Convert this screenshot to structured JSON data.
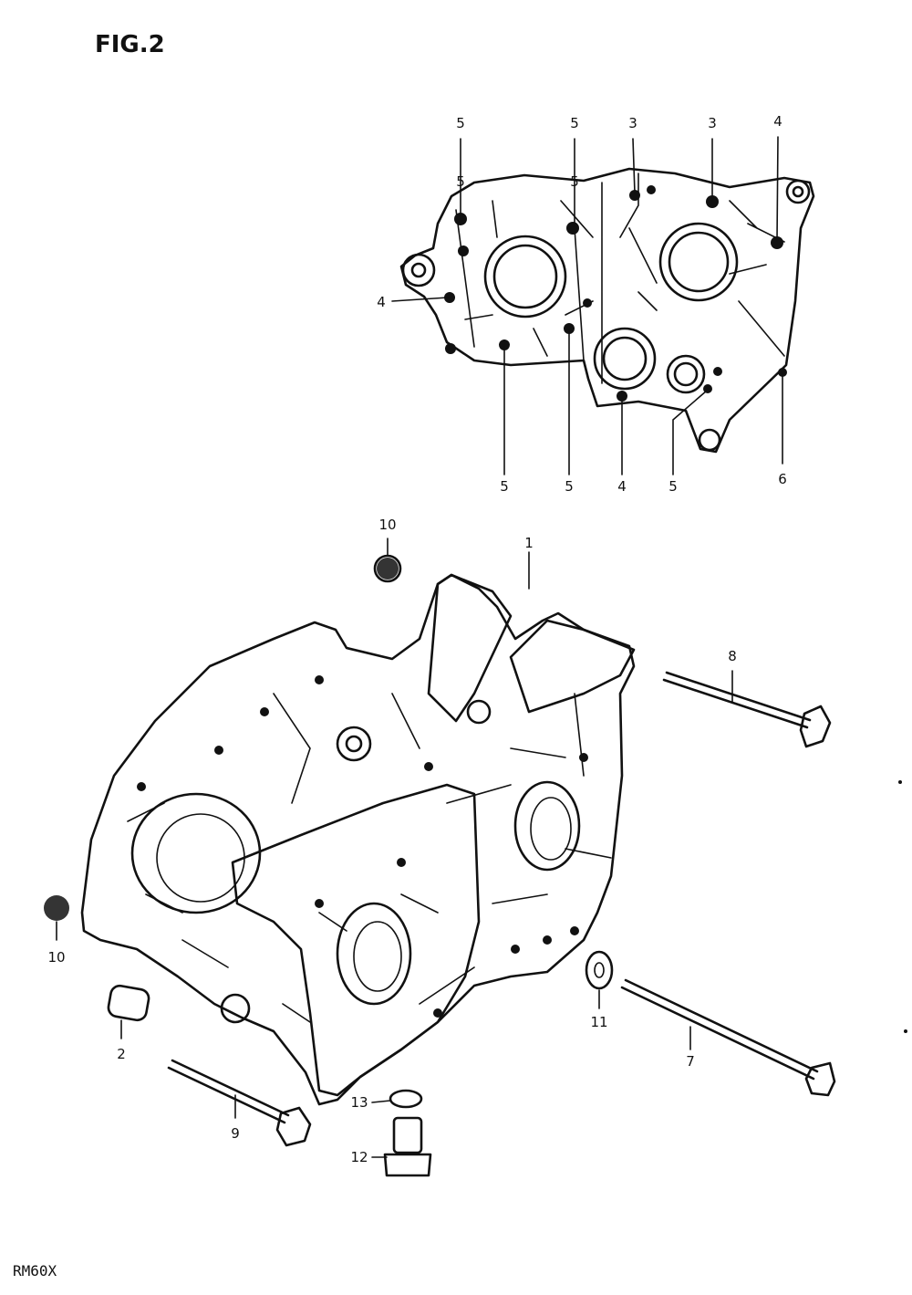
{
  "figure_title": "FIG.2",
  "model_code": "RM60X",
  "upper_view": {
    "callouts": [
      "5",
      "5",
      "3",
      "3",
      "4",
      "4",
      "5",
      "5",
      "4",
      "5",
      "6",
      "5",
      "5"
    ]
  },
  "lower_view": {
    "callouts": [
      "10",
      "1",
      "8",
      "10",
      "2",
      "9",
      "13",
      "12",
      "11",
      "7"
    ]
  }
}
